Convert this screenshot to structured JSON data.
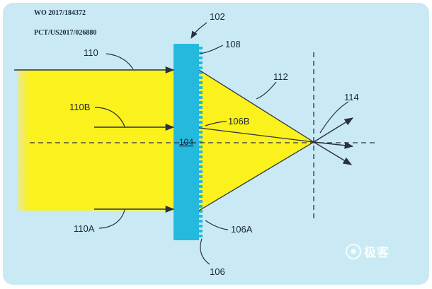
{
  "colors": {
    "panel": "#c9eaf4",
    "beam": "#fbf11c",
    "grating": "#25b9de",
    "line": "#2a3040"
  },
  "header": {
    "publication_number": "WO 2017/184372",
    "application_number": "PCT/US2017/026880"
  },
  "labels": {
    "ref_102": "102",
    "ref_104": "104",
    "ref_106": "106",
    "ref_106A": "106A",
    "ref_106B": "106B",
    "ref_108": "108",
    "ref_110": "110",
    "ref_110A": "110A",
    "ref_110B": "110B",
    "ref_112": "112",
    "ref_114": "114"
  },
  "watermark": {
    "icon": "watermark-logo-icon",
    "text": "极客"
  }
}
